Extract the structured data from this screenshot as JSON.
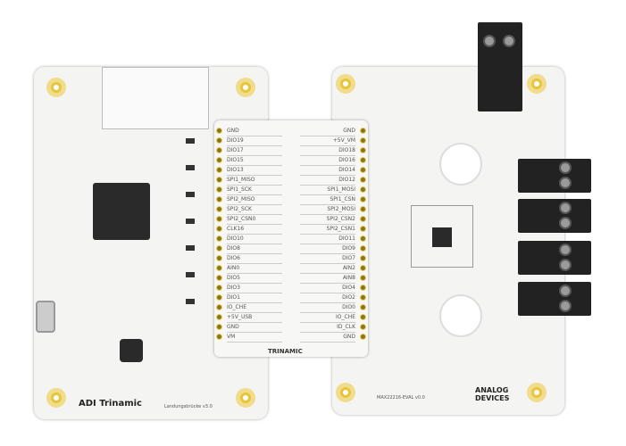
{
  "left_board": {
    "logo_text": "ADI Trinamic",
    "silk_label": "Landungsbrücke v3.0"
  },
  "center_board": {
    "logo_text": "TRINAMIC",
    "left_pins": [
      "GND",
      "DIO19",
      "DIO17",
      "DIO15",
      "DIO13",
      "SPI1_MISO",
      "SPI1_SCK",
      "SPI2_MISO",
      "SPI2_SCK",
      "SPI2_CSN0",
      "CLK16",
      "DIO10",
      "DIO8",
      "DIO6",
      "AIN0",
      "DIO5",
      "DIO3",
      "DIO1",
      "IO_CHE",
      "+5V_USB",
      "GND",
      "VM"
    ],
    "right_pins": [
      "GND",
      "+5V_VM",
      "DIO18",
      "DIO16",
      "DIO14",
      "DIO12",
      "SPI1_MOSI",
      "SPI1_CSN",
      "SPI2_MOSI",
      "SPI2_CSN2",
      "SPI2_CSN1",
      "DIO11",
      "DIO9",
      "DIO7",
      "AIN2",
      "AIN8",
      "DIO4",
      "DIO2",
      "DIO0",
      "IO_CHE",
      "ID_CLK",
      "GND"
    ]
  },
  "right_board": {
    "logo_text": "ANALOG DEVICES",
    "silk_label": "MAX22216-EVAL v0.0"
  },
  "colors": {
    "board": "#f4f4f2",
    "gold": "#e7c53e",
    "component": "#222222"
  }
}
